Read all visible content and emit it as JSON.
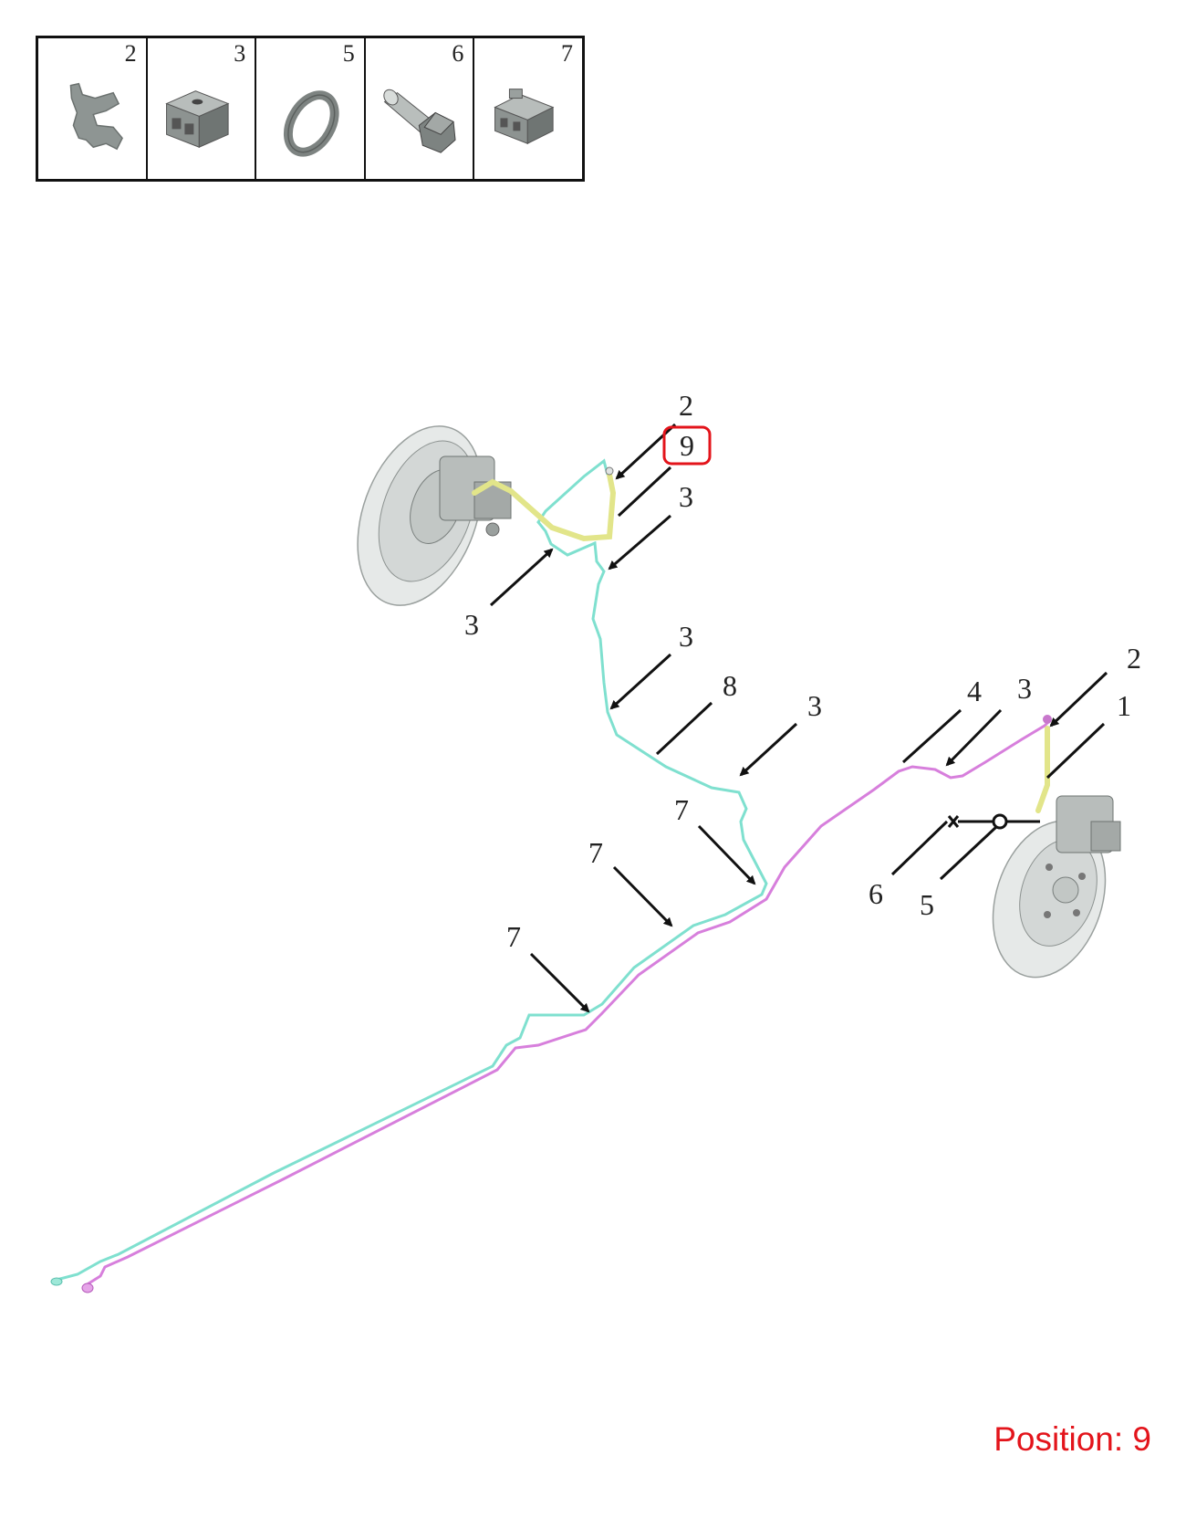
{
  "legend": {
    "items": [
      {
        "number": "2",
        "icon": "clip-icon"
      },
      {
        "number": "3",
        "icon": "pipe-clamp-block-icon"
      },
      {
        "number": "5",
        "icon": "washer-icon"
      },
      {
        "number": "6",
        "icon": "hollow-bolt-icon"
      },
      {
        "number": "7",
        "icon": "double-pipe-clamp-icon"
      }
    ]
  },
  "callouts": {
    "top_2": "2",
    "top_9": "9",
    "top_3a": "3",
    "left_3": "3",
    "mid_3a": "3",
    "mid_8": "8",
    "mid_3b": "3",
    "mid_7a": "7",
    "mid_7b": "7",
    "mid_7c": "7",
    "right_4": "4",
    "right_3": "3",
    "right_2": "2",
    "right_1": "1",
    "right_6": "6",
    "right_5": "5"
  },
  "highlight": {
    "callout": "9",
    "color": "#e3141b"
  },
  "colors": {
    "line_cyan": "#7fe0cf",
    "line_magenta": "#d77fdc",
    "hose_yellow": "#e2e58a",
    "part_gray": "#9aa09e"
  },
  "position_label": "Position: 9"
}
